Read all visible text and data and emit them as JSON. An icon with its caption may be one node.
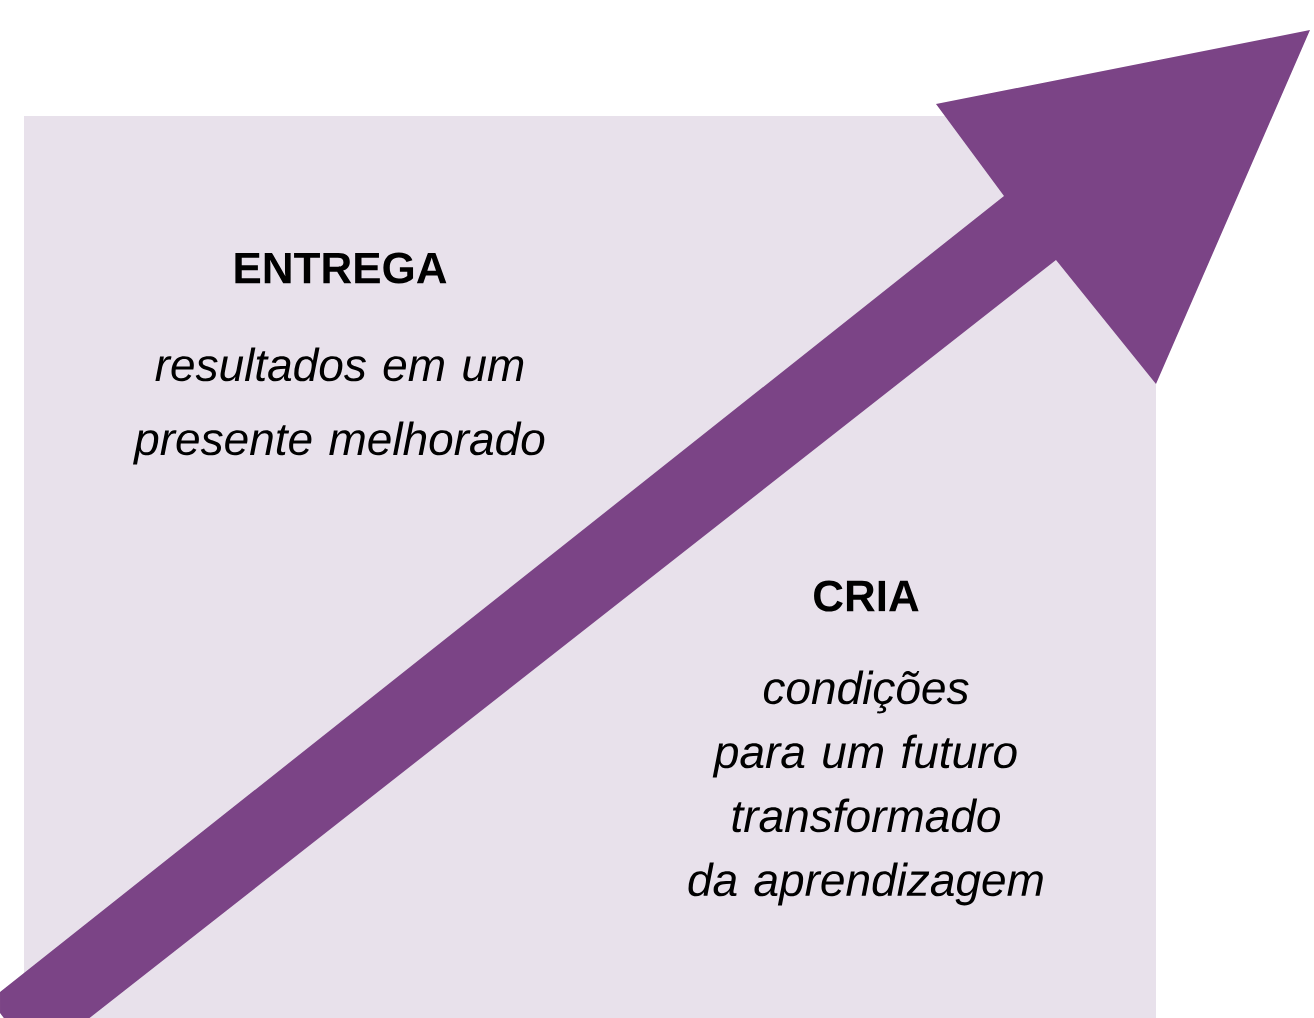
{
  "diagram": {
    "labels": [
      "ENTREGA",
      "resultados em um presente melhorado",
      "CRIA",
      "condições para um futuro transformado da aprendizagem"
    ]
  }
}
